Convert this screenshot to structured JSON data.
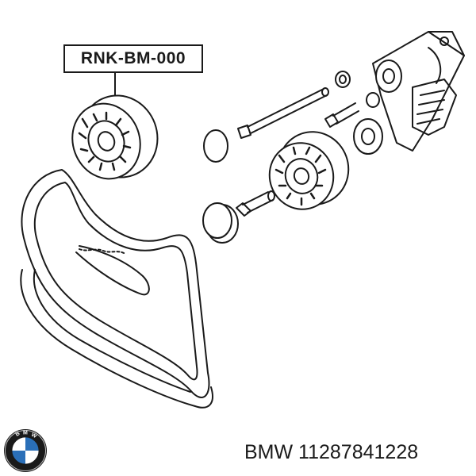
{
  "diagram": {
    "part_label": "RNK-BM-000"
  },
  "footer": {
    "brand": "BMW",
    "part_number": "11287841228",
    "text": "BMW 11287841228"
  },
  "logo": {
    "lettering": "BMW",
    "icon": "bmw-roundel-icon",
    "colors": {
      "ring": "#1a1a1a",
      "blue": "#2a6fb8",
      "white": "#ffffff"
    }
  }
}
